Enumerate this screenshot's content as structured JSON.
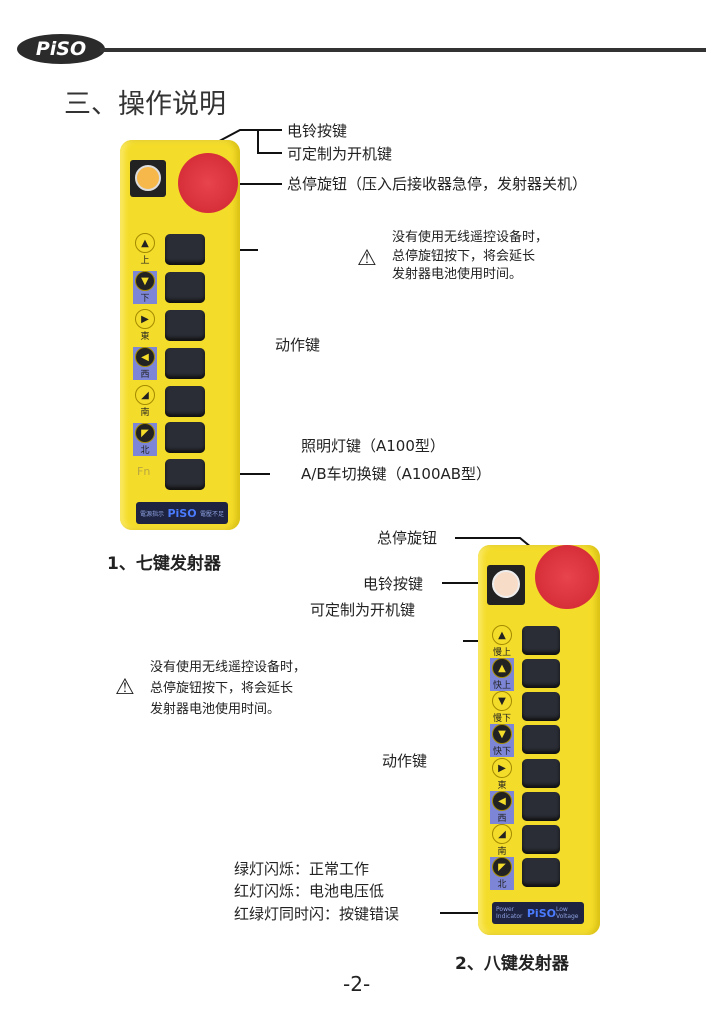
{
  "header": {
    "logo": "PiSO",
    "section_title": "三、操作说明"
  },
  "seven_key": {
    "caption": "1、七键发射器",
    "bell_label": "电铃按键",
    "bell_note": "可定制为开机键",
    "stop_label": "总停旋钮（压入后接收器急停，发射器关机）",
    "action_label": "动作键",
    "fn_label_1": "照明灯键（A100型）",
    "fn_label_2": "A/B车切换键（A100AB型）",
    "key_icons": [
      {
        "label": "上",
        "glyph": "▲"
      },
      {
        "label": "下",
        "glyph": "▼"
      },
      {
        "label": "東",
        "glyph": "▶"
      },
      {
        "label": "西",
        "glyph": "◀"
      },
      {
        "label": "南",
        "glyph": "◢"
      },
      {
        "label": "北",
        "glyph": "◤"
      }
    ],
    "fn_key": "Fn",
    "strip": {
      "left": "電源指示",
      "logo": "PiSO",
      "right": "電壓不足"
    },
    "warning": [
      "没有使用无线遥控设备时，",
      "总停旋钮按下，将会延长",
      "发射器电池使用时间。"
    ]
  },
  "eight_key": {
    "caption": "2、八键发射器",
    "stop_label": "总停旋钮",
    "bell_label": "电铃按键",
    "bell_note": "可定制为开机键",
    "action_label": "动作键",
    "key_icons": [
      {
        "label": "慢上",
        "glyph": "▲"
      },
      {
        "label": "快上",
        "glyph": "▲"
      },
      {
        "label": "慢下",
        "glyph": "▼"
      },
      {
        "label": "快下",
        "glyph": "▼"
      },
      {
        "label": "東",
        "glyph": "▶"
      },
      {
        "label": "西",
        "glyph": "◀"
      },
      {
        "label": "南",
        "glyph": "◢"
      },
      {
        "label": "北",
        "glyph": "◤"
      }
    ],
    "strip": {
      "left": "Power Indicator",
      "logo": "PiSO",
      "right": "Low Voltage"
    },
    "led_notes": [
      "绿灯闪烁：正常工作",
      "红灯闪烁：电池电压低",
      "红绿灯同时闪：按键错误"
    ],
    "warning": [
      "没有使用无线遥控设备时，",
      "总停旋钮按下，将会延长",
      "发射器电池使用时间。"
    ]
  },
  "page_number": "-2-"
}
